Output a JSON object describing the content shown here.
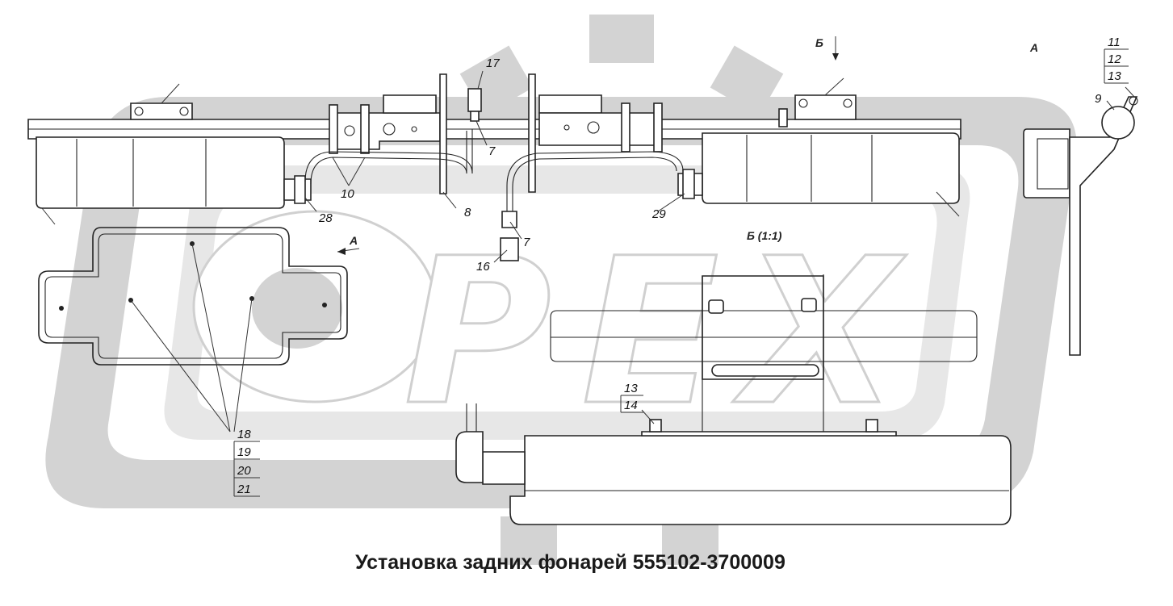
{
  "caption": "Установка задних фонарей 555102-3700009",
  "watermark": {
    "letter_1": "О",
    "letter_2": "Р",
    "letter_3": "Е",
    "letter_4": "Х",
    "gear_color": "#d3d3d3"
  },
  "view_labels": {
    "view_b_arrow": "Б",
    "view_a": "А",
    "view_a_arrow": "А",
    "view_b_scale": "Б (1:1)"
  },
  "callouts": {
    "c7_top": "7",
    "c7_bottom": "7",
    "c8": "8",
    "c9": "9",
    "c10": "10",
    "c11": "11",
    "c12": "12",
    "c13_top": "13",
    "c13_bottom": "13",
    "c14": "14",
    "c16": "16",
    "c17": "17",
    "c18": "18",
    "c19": "19",
    "c20": "20",
    "c21": "21",
    "c28": "28",
    "c29": "29"
  },
  "colors": {
    "line": "#222222",
    "watermark_gray": "#d3d3d3"
  }
}
